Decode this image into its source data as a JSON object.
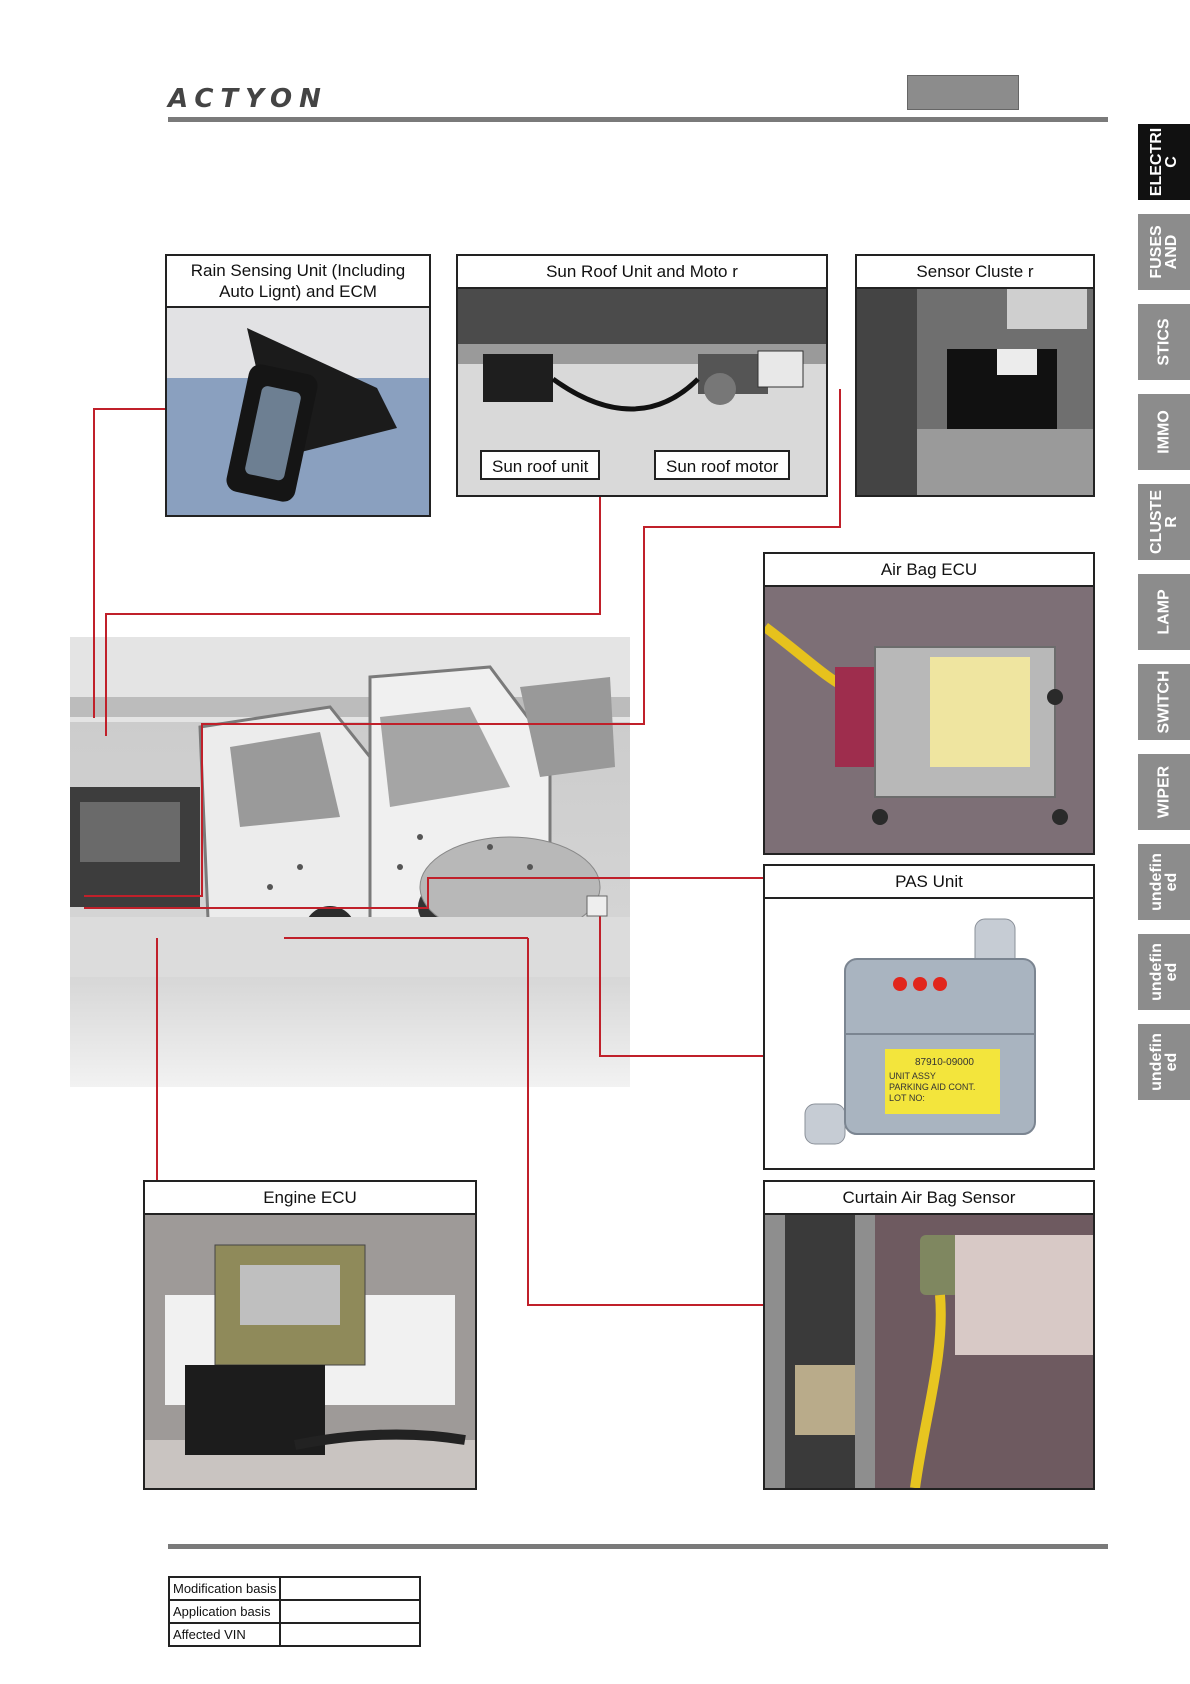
{
  "header": {
    "logo": "ACTYON"
  },
  "side_tabs": [
    {
      "label": "ELECTRI\nC",
      "active": true
    },
    {
      "label": "FUSES\nAND",
      "active": false
    },
    {
      "label": "STICS",
      "active": false
    },
    {
      "label": "IMMO",
      "active": false
    },
    {
      "label": "CLUSTE\nR",
      "active": false
    },
    {
      "label": "LAMP",
      "active": false
    },
    {
      "label": "SWITCH",
      "active": false
    },
    {
      "label": "WIPER",
      "active": false
    },
    {
      "label": "undefin\ned",
      "active": false
    },
    {
      "label": "undefin\ned",
      "active": false
    },
    {
      "label": "undefin\ned",
      "active": false
    }
  ],
  "panels": {
    "rain_sensor": "Rain Sensing Unit (Including Auto Lignt) and ECM",
    "sun_roof": "Sun Roof Unit and Moto r",
    "sun_roof_unit_label": "Sun roof unit",
    "sun_roof_motor_label": "Sun roof motor",
    "sensor_cluster": "Sensor Cluste r",
    "air_bag_ecu": "Air Bag ECU",
    "pas_unit": "PAS Unit",
    "engine_ecu": "Engine ECU",
    "curtain_air_bag": "Curtain Air Bag Sensor"
  },
  "pas_sticker": {
    "part_no": "87910-09000",
    "line1": "UNIT ASSY",
    "line2": "PARKING AID CONT.",
    "line3": "LOT NO:"
  },
  "modification_table": [
    {
      "label": "Modification basis",
      "value": ""
    },
    {
      "label": "Application basis",
      "value": ""
    },
    {
      "label": "Affected VIN",
      "value": ""
    }
  ],
  "colors": {
    "leader_line": "#c0202a",
    "tab_active": "#111111",
    "tab_inactive": "#8c8c8c"
  }
}
